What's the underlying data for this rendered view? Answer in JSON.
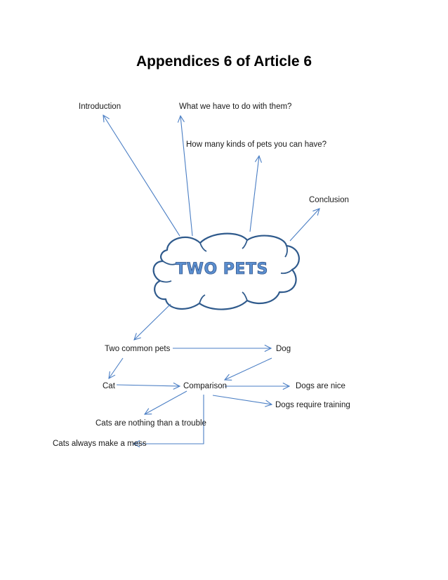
{
  "title": "Appendices 6 of Article 6",
  "cloud_text": "TWO PETS",
  "nodes": {
    "introduction": "Introduction",
    "what_to_do": "What we have to do with them?",
    "how_many_kinds": "How many kinds of pets you can have?",
    "conclusion": "Conclusion",
    "two_common_pets": "Two common pets",
    "dog": "Dog",
    "cat": "Cat",
    "comparison": "Comparison",
    "dogs_are_nice": "Dogs are nice",
    "dogs_require_training": "Dogs require training",
    "cats_trouble": "Cats are nothing than a trouble",
    "cats_mess": "Cats always make a mess"
  },
  "colors": {
    "arrow": "#4a7ec4",
    "cloud_stroke": "#2f5a8c",
    "cloud_text": "#5b8fd0"
  }
}
